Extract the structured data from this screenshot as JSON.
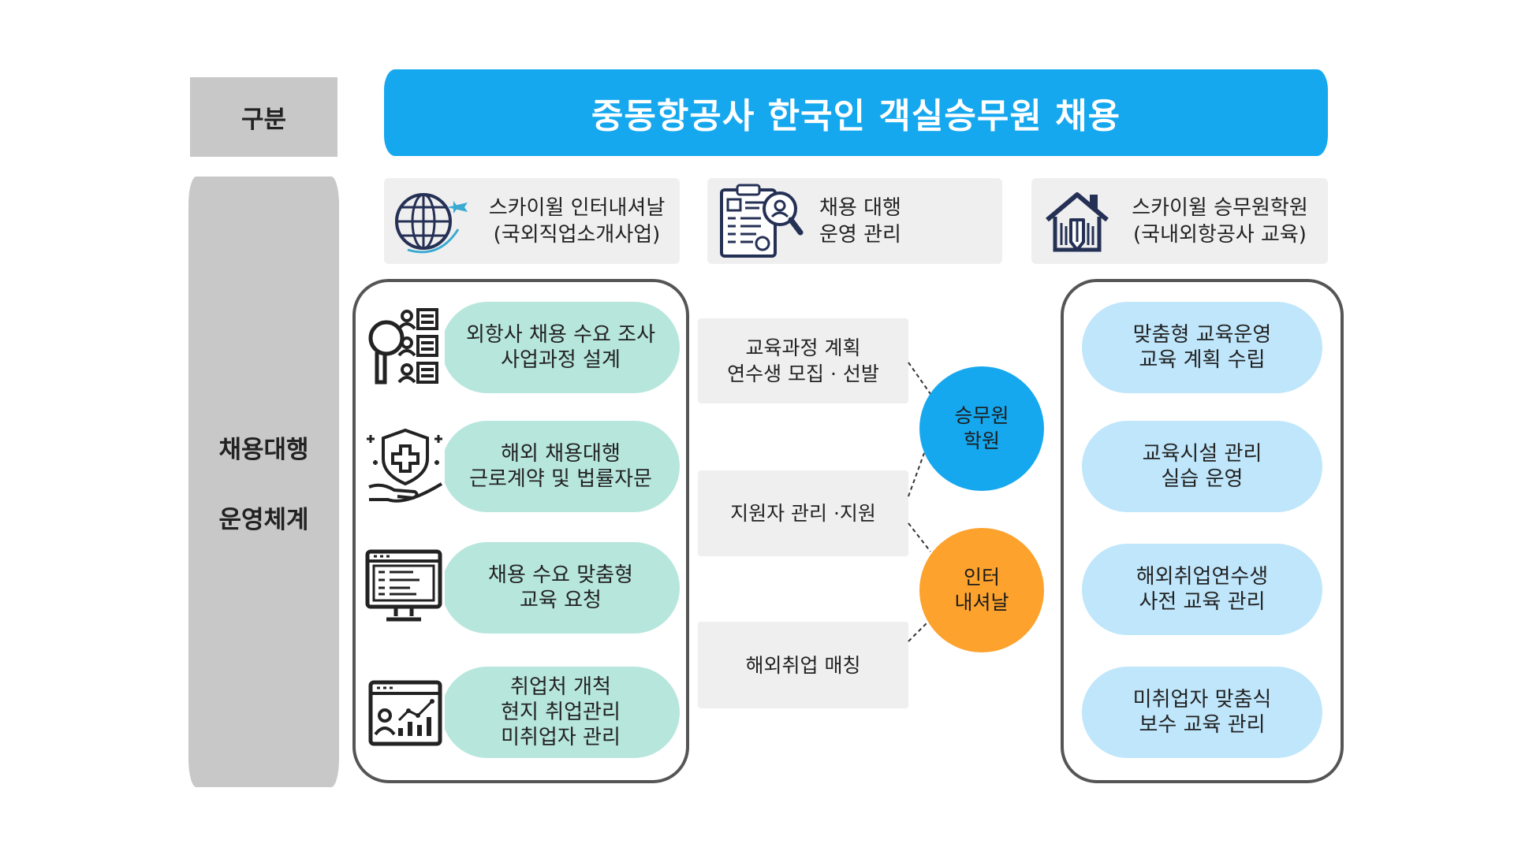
{
  "category_label": "구분",
  "title": "중동항공사 한국인 객실승무원 채용",
  "side_label": {
    "line1": "채용대행",
    "line2": "운영체계"
  },
  "headers": [
    {
      "icon": "globe-airplane-icon",
      "line1": "스카이윌 인터내셔날",
      "line2": "(국외직업소개사업)"
    },
    {
      "icon": "clipboard-search-icon",
      "line1": "채용 대행",
      "line2": "운영 관리"
    },
    {
      "icon": "house-pencil-icon",
      "line1": "스카이윌 승무원학원",
      "line2": "(국내외항공사 교육)"
    }
  ],
  "left_items": [
    {
      "icon": "people-search-icon",
      "lines": [
        "외항사 채용 수요 조사",
        "사업과정 설계"
      ]
    },
    {
      "icon": "shield-hand-icon",
      "lines": [
        "해외 채용대행",
        "근로계약 및 법률자문"
      ]
    },
    {
      "icon": "monitor-icon",
      "lines": [
        "채용 수요 맞춤형",
        "교육 요청"
      ]
    },
    {
      "icon": "analytics-window-icon",
      "lines": [
        "취업처 개척",
        "현지 취업관리",
        "미취업자 관리"
      ]
    }
  ],
  "middle_items": [
    {
      "lines": [
        "교육과정 계획",
        "연수생 모집 · 선발"
      ]
    },
    {
      "lines": [
        "지원자 관리 ·지원"
      ]
    },
    {
      "lines": [
        "해외취업 매칭"
      ]
    }
  ],
  "circles": [
    {
      "lines": [
        "승무원",
        "학원"
      ],
      "color": "#16a8ef"
    },
    {
      "lines": [
        "인터",
        "내셔날"
      ],
      "color": "#fca22d"
    }
  ],
  "right_items": [
    {
      "lines": [
        "맞춤형 교육운영",
        "교육 계획 수립"
      ]
    },
    {
      "lines": [
        "교육시설 관리",
        "실습 운영"
      ]
    },
    {
      "lines": [
        "해외취업연수생",
        "사전 교육 관리"
      ]
    },
    {
      "lines": [
        "미취업자 맞춤식",
        "보수 교육 관리"
      ]
    }
  ],
  "colors": {
    "banner": "#16a8ef",
    "teal_pill": "#b7e6dd",
    "blue_pill": "#bfe6fb",
    "grey": "#c8c8c8"
  }
}
